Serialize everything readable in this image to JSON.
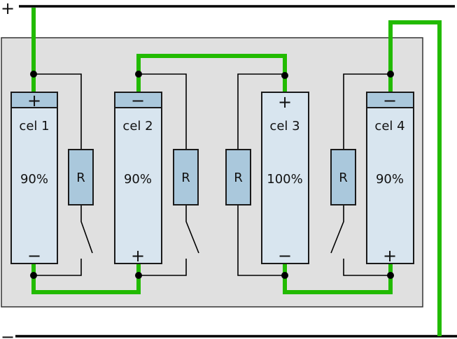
{
  "title": "Battery cell balancing circuit",
  "bus": {
    "positive_label": "+",
    "negative_label": "−"
  },
  "cells": [
    {
      "name": "cel 1",
      "charge": "90%",
      "top_terminal": "+",
      "bottom_terminal": "−"
    },
    {
      "name": "cel 2",
      "charge": "90%",
      "top_terminal": "−",
      "bottom_terminal": "+"
    },
    {
      "name": "cel 3",
      "charge": "100%",
      "top_terminal": "+",
      "bottom_terminal": "−"
    },
    {
      "name": "cel 4",
      "charge": "90%",
      "top_terminal": "−",
      "bottom_terminal": "+"
    }
  ],
  "resistors": [
    {
      "label": "R",
      "switch_state": "open"
    },
    {
      "label": "R",
      "switch_state": "open"
    },
    {
      "label": "R",
      "switch_state": "open"
    },
    {
      "label": "R",
      "switch_state": "open"
    }
  ],
  "colors": {
    "connection_wire": "#22bb00",
    "cell_fill": "#d8e5ef",
    "terminal_fill": "#aac8dc",
    "panel_fill": "#e0e0e0"
  }
}
